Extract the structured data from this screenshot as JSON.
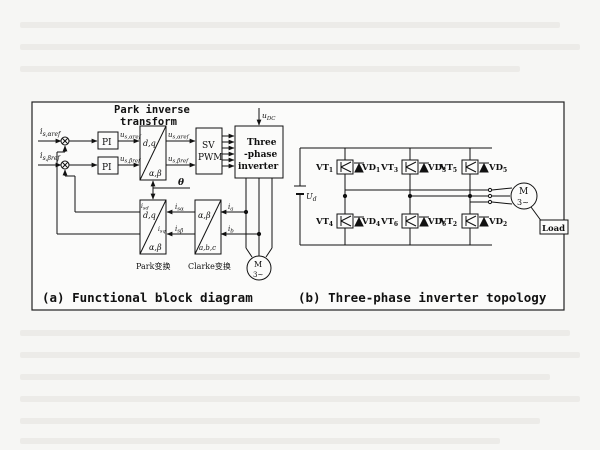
{
  "captions": {
    "left": "(a) Functional block diagram",
    "right": "(b) Three-phase inverter topology"
  },
  "block": {
    "park_inverse_title_1": "Park inverse",
    "park_inverse_title_2": "transform",
    "input_a": "i",
    "input_a_sub": "s,αref",
    "input_b": "i",
    "input_b_sub": "s,βref",
    "pi_1": "PI",
    "pi_2": "PI",
    "u_a": "u",
    "u_a_sub": "s,αref",
    "u_b": "u",
    "u_b_sub": "s,βref",
    "dq_top": "d,q",
    "ab_top": "α,β",
    "u_alpha": "u",
    "u_alpha_sub": "s,αref",
    "u_beta": "u",
    "u_beta_sub": "s,βref",
    "svpwm_1": "SV",
    "svpwm_2": "PWM",
    "udc": "u",
    "udc_sub": "DC",
    "inverter_1": "Three",
    "inverter_2": "-phase",
    "inverter_3": "inverter",
    "theta": "θ",
    "isd": "i",
    "isd_sub": "sd",
    "isq": "i",
    "isq_sub": "sq",
    "isa": "i",
    "isa_sub": "sα",
    "isb": "i",
    "isb_sub": "sβ",
    "dq_bot": "d,q",
    "ab_bot": "α,β",
    "ab_clarke": "α,β",
    "abc_clarke": "a,b,c",
    "ia": "i",
    "ia_sub": "a",
    "ib": "i",
    "ib_sub": "b",
    "park_label": "Park变换",
    "clarke_label": "Clarke变换",
    "motor_1": "M",
    "motor_2": "3~"
  },
  "inverter": {
    "vt1": "VT",
    "vt1_sub": "1",
    "vd1": "VD",
    "vd1_sub": "1",
    "vt3": "VT",
    "vt3_sub": "3",
    "vd3": "VD",
    "vd3_sub": "3",
    "vt5": "VT",
    "vt5_sub": "5",
    "vd5": "VD",
    "vd5_sub": "5",
    "vt4": "VT",
    "vt4_sub": "4",
    "vd4": "VD",
    "vd4_sub": "4",
    "vt6": "VT",
    "vt6_sub": "6",
    "vd6": "VD",
    "vd6_sub": "6",
    "vt2": "VT",
    "vt2_sub": "2",
    "vd2": "VD",
    "vd2_sub": "2",
    "ud": "U",
    "ud_sub": "d",
    "motor_1": "M",
    "motor_2": "3~",
    "load": "Load"
  }
}
